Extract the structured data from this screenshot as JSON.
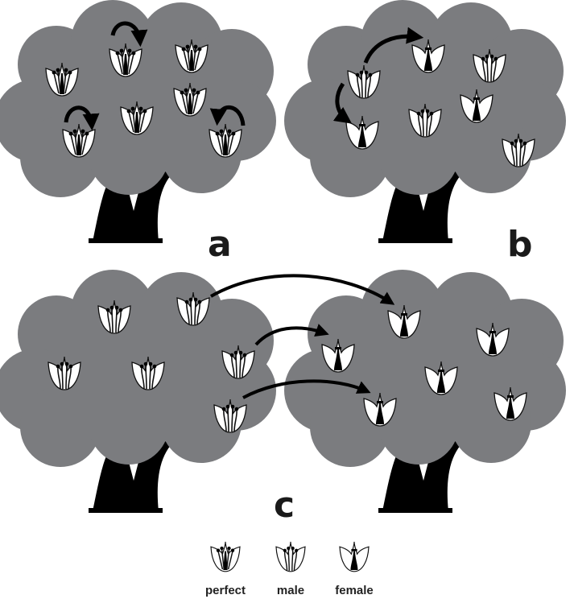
{
  "panels": {
    "a": {
      "label": "a"
    },
    "b": {
      "label": "b"
    },
    "c": {
      "label": "c"
    }
  },
  "legend": {
    "perfect": "perfect",
    "male": "male",
    "female": "female"
  },
  "colors": {
    "canopy": "#7b7c7f",
    "trunk": "#000000",
    "flower": "#ffffff",
    "outline": "#111111"
  },
  "icons": [
    "tree-icon",
    "flower-perfect-icon",
    "flower-male-icon",
    "flower-female-icon",
    "pollination-arrow-icon"
  ]
}
